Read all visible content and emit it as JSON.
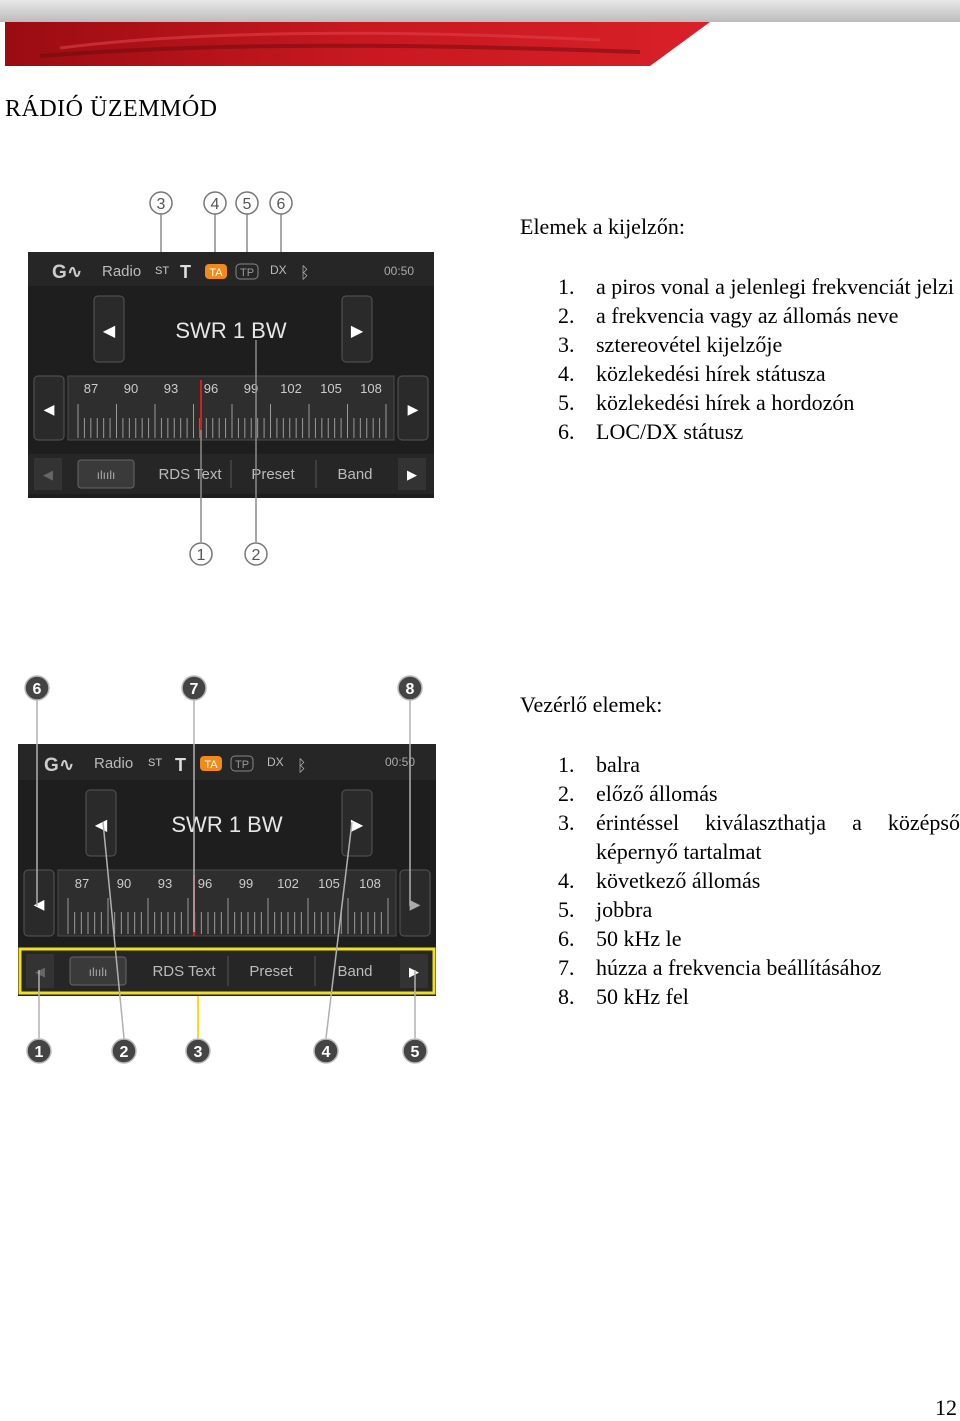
{
  "page": {
    "title": "RÁDIÓ ÜZEMMÓD",
    "number": "12"
  },
  "colors": {
    "header_red": "#c4161c",
    "header_dark_red": "#8b0d12",
    "screen_bg": "#1f1f1f",
    "highlight_yellow": "#f0e020",
    "needle_red": "#d02020",
    "ta_orange": "#f08a1c"
  },
  "display_section": {
    "heading": "Elemek a kijelzőn:",
    "items": [
      {
        "num": "1.",
        "text": "a piros vonal a jelenlegi frekvenciát jelzi"
      },
      {
        "num": "2.",
        "text": "a frekvencia vagy az állomás neve"
      },
      {
        "num": "3.",
        "text": "sztereovétel kijelzője"
      },
      {
        "num": "4.",
        "text": "közlekedési hírek státusza"
      },
      {
        "num": "5.",
        "text": "közlekedési hírek a hordozón"
      },
      {
        "num": "6.",
        "text": "LOC/DX státusz"
      }
    ]
  },
  "controls_section": {
    "heading": "Vezérlő elemek:",
    "items": [
      {
        "num": "1.",
        "text": "balra"
      },
      {
        "num": "2.",
        "text": "előző állomás"
      },
      {
        "num": "3.",
        "text": "érintéssel kiválaszthatja a középső képernyő tartalmat"
      },
      {
        "num": "4.",
        "text": "következő állomás"
      },
      {
        "num": "5.",
        "text": "jobbra"
      },
      {
        "num": "6.",
        "text": "50 kHz le"
      },
      {
        "num": "7.",
        "text": "húzza a frekvencia beállításához"
      },
      {
        "num": "8.",
        "text": "50 kHz fel"
      }
    ]
  },
  "radio_screen": {
    "mode_label": "Radio",
    "status": {
      "st": "ST",
      "ta": "TA",
      "tp": "TP",
      "dx": "DX"
    },
    "clock": "00:50",
    "station": "SWR 1 BW",
    "scale_ticks": [
      "87",
      "90",
      "93",
      "96",
      "99",
      "102",
      "105",
      "108"
    ],
    "bottom_tabs": {
      "rds": "RDS Text",
      "preset": "Preset",
      "band": "Band"
    },
    "icons": [
      "logo-icon",
      "antenna-icon",
      "bluetooth-icon",
      "arrow-left-icon",
      "arrow-right-icon",
      "scan-icon"
    ]
  },
  "callouts_top": [
    "3",
    "4",
    "5",
    "6",
    "1",
    "2"
  ],
  "callouts_bottom": [
    "6",
    "7",
    "8",
    "1",
    "2",
    "3",
    "4",
    "5"
  ]
}
